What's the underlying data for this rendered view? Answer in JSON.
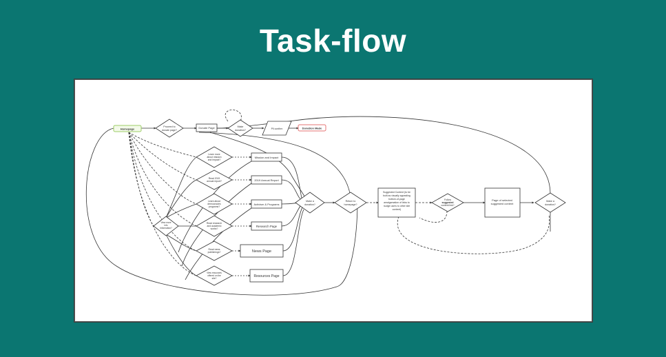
{
  "page": {
    "title": "Task-flow"
  },
  "colors": {
    "background": "#0b7671",
    "homepage_border": "#9ccc65",
    "donation_made_border": "#e57373"
  },
  "diagram": {
    "nodes": {
      "homepage": "Homepage",
      "proceed_to_donate": [
        "Proceed to",
        "donate page?"
      ],
      "donate_page": "Donate Page",
      "make_donation_top": [
        "Make",
        "donation?"
      ],
      "pii_confirm": "Pll confirm",
      "donation_made": "Donation Made",
      "learn_mission": [
        "Learn more",
        "about mission",
        "and impact?"
      ],
      "mission_impact": "Mission and Impact",
      "read_annual": [
        "Read 2019",
        "annual report?"
      ],
      "annual_report": "2019 Annual Report",
      "learn_programs": [
        "Learn about",
        "democracies",
        "programs?"
      ],
      "activism_programs": "Activism & Programs",
      "read_research": [
        "Read research",
        "and academic",
        "works?"
      ],
      "research_page": "Research Page",
      "view_more_info": [
        "View more",
        "info",
        "information?"
      ],
      "read_news": [
        "Read news",
        "publishings?"
      ],
      "news_page": "News Page",
      "view_resources": [
        "View resources",
        "offered on the",
        "site?"
      ],
      "resources_page": "Resources Page",
      "make_donation_mid": [
        "Make a",
        "donation?"
      ],
      "return_homepage": [
        "Return to",
        "homepage?"
      ],
      "suggested_content": [
        "Suggested Content (to be",
        "built as visually appealing",
        "bottom-of-page",
        "amalgamation of links to",
        "nudge users to other site",
        "content)"
      ],
      "follow_suggested": [
        "Follow",
        "suggested",
        "content link?"
      ],
      "page_selected": [
        "Page of selected",
        "suggested content"
      ],
      "make_donation_right": [
        "Make a",
        "donation?"
      ]
    }
  }
}
